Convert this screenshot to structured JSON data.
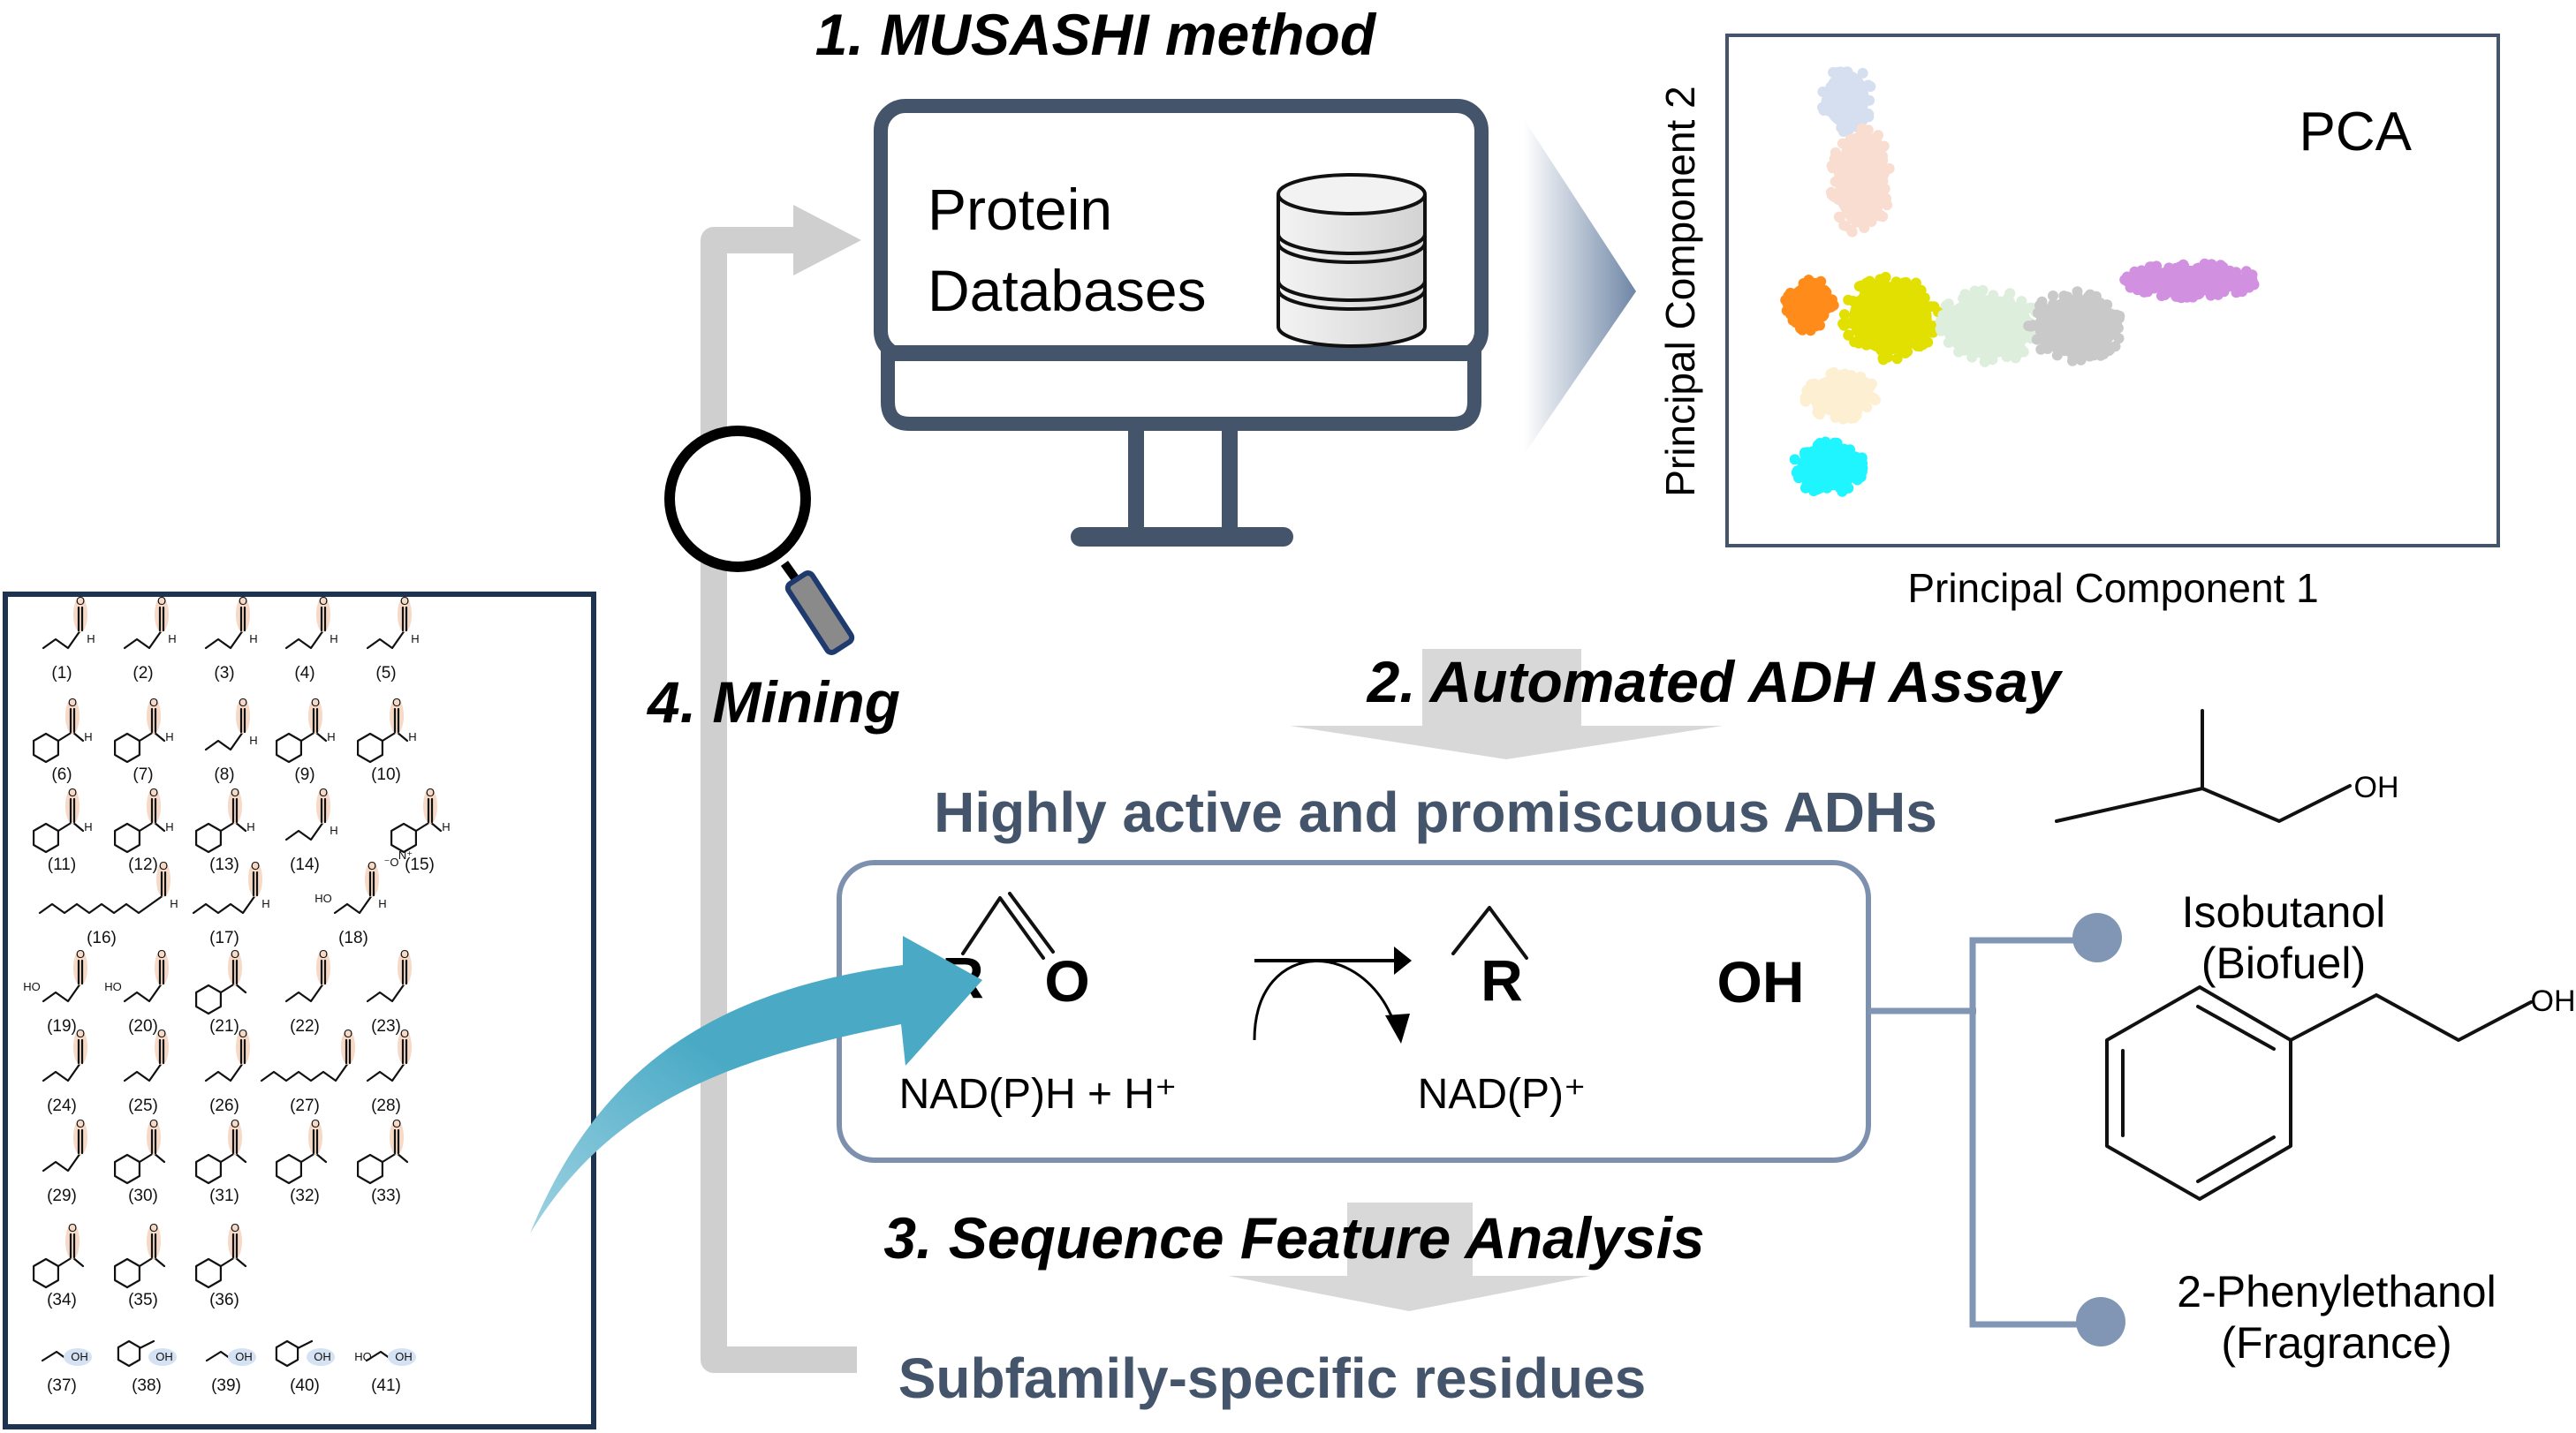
{
  "steps": {
    "step1": "1. MUSASHI method",
    "step2": "2. Automated ADH Assay",
    "step3": "3. Sequence Feature Analysis",
    "step4": "4. Mining"
  },
  "monitor": {
    "line1": "Protein",
    "line2": "Databases",
    "icon": "database-icon"
  },
  "results": {
    "adhs": "Highly active and promiscuous ADHs",
    "residues": "Subfamily-specific residues"
  },
  "reaction": {
    "reactant_r": "R",
    "reactant_o": "O",
    "product_r": "R",
    "product_oh": "OH",
    "cofactor_in": "NAD(P)H + H⁺",
    "cofactor_out": "NAD(P)⁺"
  },
  "products": [
    {
      "name": "Isobutanol",
      "use": "(Biofuel)",
      "oh": "OH"
    },
    {
      "name": "2-Phenylethanol",
      "use": "(Fragrance)",
      "oh": "OH"
    }
  ],
  "colors": {
    "accent_navy": "#44546a",
    "connector": "#8096b4",
    "curved_arrow": "#4aaac6",
    "gray_arrow": "#cccccc",
    "aldehyde_highlight": "#f6d9c6",
    "alcohol_highlight": "#d4e2f3"
  },
  "chart_data": {
    "type": "scatter",
    "title": "PCA",
    "xlabel": "Principal Component 1",
    "ylabel": "Principal Component 2",
    "grid": false,
    "legend": "none",
    "series": [
      {
        "name": "cluster-lavender",
        "color": "#d6dff0",
        "region": "top-left vertical arm (highest PC2)"
      },
      {
        "name": "cluster-peach",
        "color": "#f8ddd0",
        "region": "upper-left vertical arm"
      },
      {
        "name": "cluster-orange",
        "color": "#ff8c1a",
        "region": "left junction"
      },
      {
        "name": "cluster-yellow",
        "color": "#e2e000",
        "region": "junction center"
      },
      {
        "name": "cluster-cream",
        "color": "#fdefd2",
        "region": "lower-left arm"
      },
      {
        "name": "cluster-cyan",
        "color": "#1ff5ff",
        "region": "bottom-left (lowest PC2)"
      },
      {
        "name": "cluster-light-green",
        "color": "#ddeedd",
        "region": "horizontal arm, middle-left"
      },
      {
        "name": "cluster-gray",
        "color": "#c9c9c9",
        "region": "horizontal arm, middle-right"
      },
      {
        "name": "cluster-purple",
        "color": "#d291e0",
        "region": "horizontal arm, far right (highest PC1)"
      }
    ]
  },
  "substrates": {
    "labels": [
      "(1)",
      "(2)",
      "(3)",
      "(4)",
      "(5)",
      "(6)",
      "(7)",
      "(8)",
      "(9)",
      "(10)",
      "(11)",
      "(12)",
      "(13)",
      "(14)",
      "(15)",
      "(16)",
      "(17)",
      "(18)",
      "(19)",
      "(20)",
      "(21)",
      "(22)",
      "(23)",
      "(24)",
      "(25)",
      "(26)",
      "(27)",
      "(28)",
      "(29)",
      "(30)",
      "(31)",
      "(32)",
      "(33)",
      "(34)",
      "(35)",
      "(36)",
      "(37)",
      "(38)",
      "(39)",
      "(40)",
      "(41)"
    ],
    "atom_labels": {
      "O": "O",
      "H": "H",
      "OH": "OH",
      "HO": "HO",
      "N": "N⁺",
      "Ominus": "⁻O"
    }
  }
}
